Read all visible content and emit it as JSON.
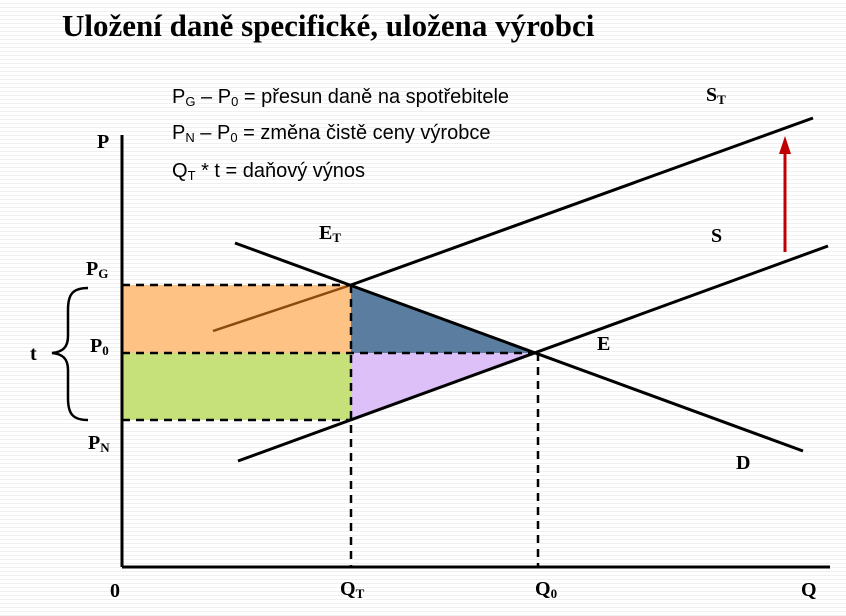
{
  "title": "Uložení daně specifické, uložena výrobci",
  "legend": [
    {
      "lhs_a": "P",
      "lhs_a_sub": "G",
      "minus": " – ",
      "lhs_b": "P",
      "lhs_b_sub": "0",
      "rest": " = přesun daně na spotřebitele"
    },
    {
      "lhs_a": "P",
      "lhs_a_sub": "N",
      "minus": " – ",
      "lhs_b": "P",
      "lhs_b_sub": "0",
      "rest": " = změna čistě ceny výrobce"
    },
    {
      "lhs_a": "Q",
      "lhs_a_sub": "T",
      "rest": " * t = daňový výnos"
    }
  ],
  "labels": {
    "axis_p": "P",
    "axis_q": "Q",
    "origin": "0",
    "pg": "P",
    "pg_sub": "G",
    "p0": "P",
    "p0_sub": "0",
    "pn": "P",
    "pn_sub": "N",
    "t": "t",
    "qt": "Q",
    "qt_sub": "T",
    "q0": "Q",
    "q0_sub": "0",
    "st": "S",
    "st_sub": "T",
    "s": "S",
    "et": "E",
    "et_sub": "T",
    "e": "E",
    "d": "D"
  },
  "colors": {
    "orange_fill": "#ffc285",
    "green_fill": "#c6e07a",
    "blue_fill": "#5a7da0",
    "purple_fill": "#dcc0f7",
    "arrow": "#c00000",
    "brown_line": "#8b4a10",
    "line": "#000000"
  }
}
